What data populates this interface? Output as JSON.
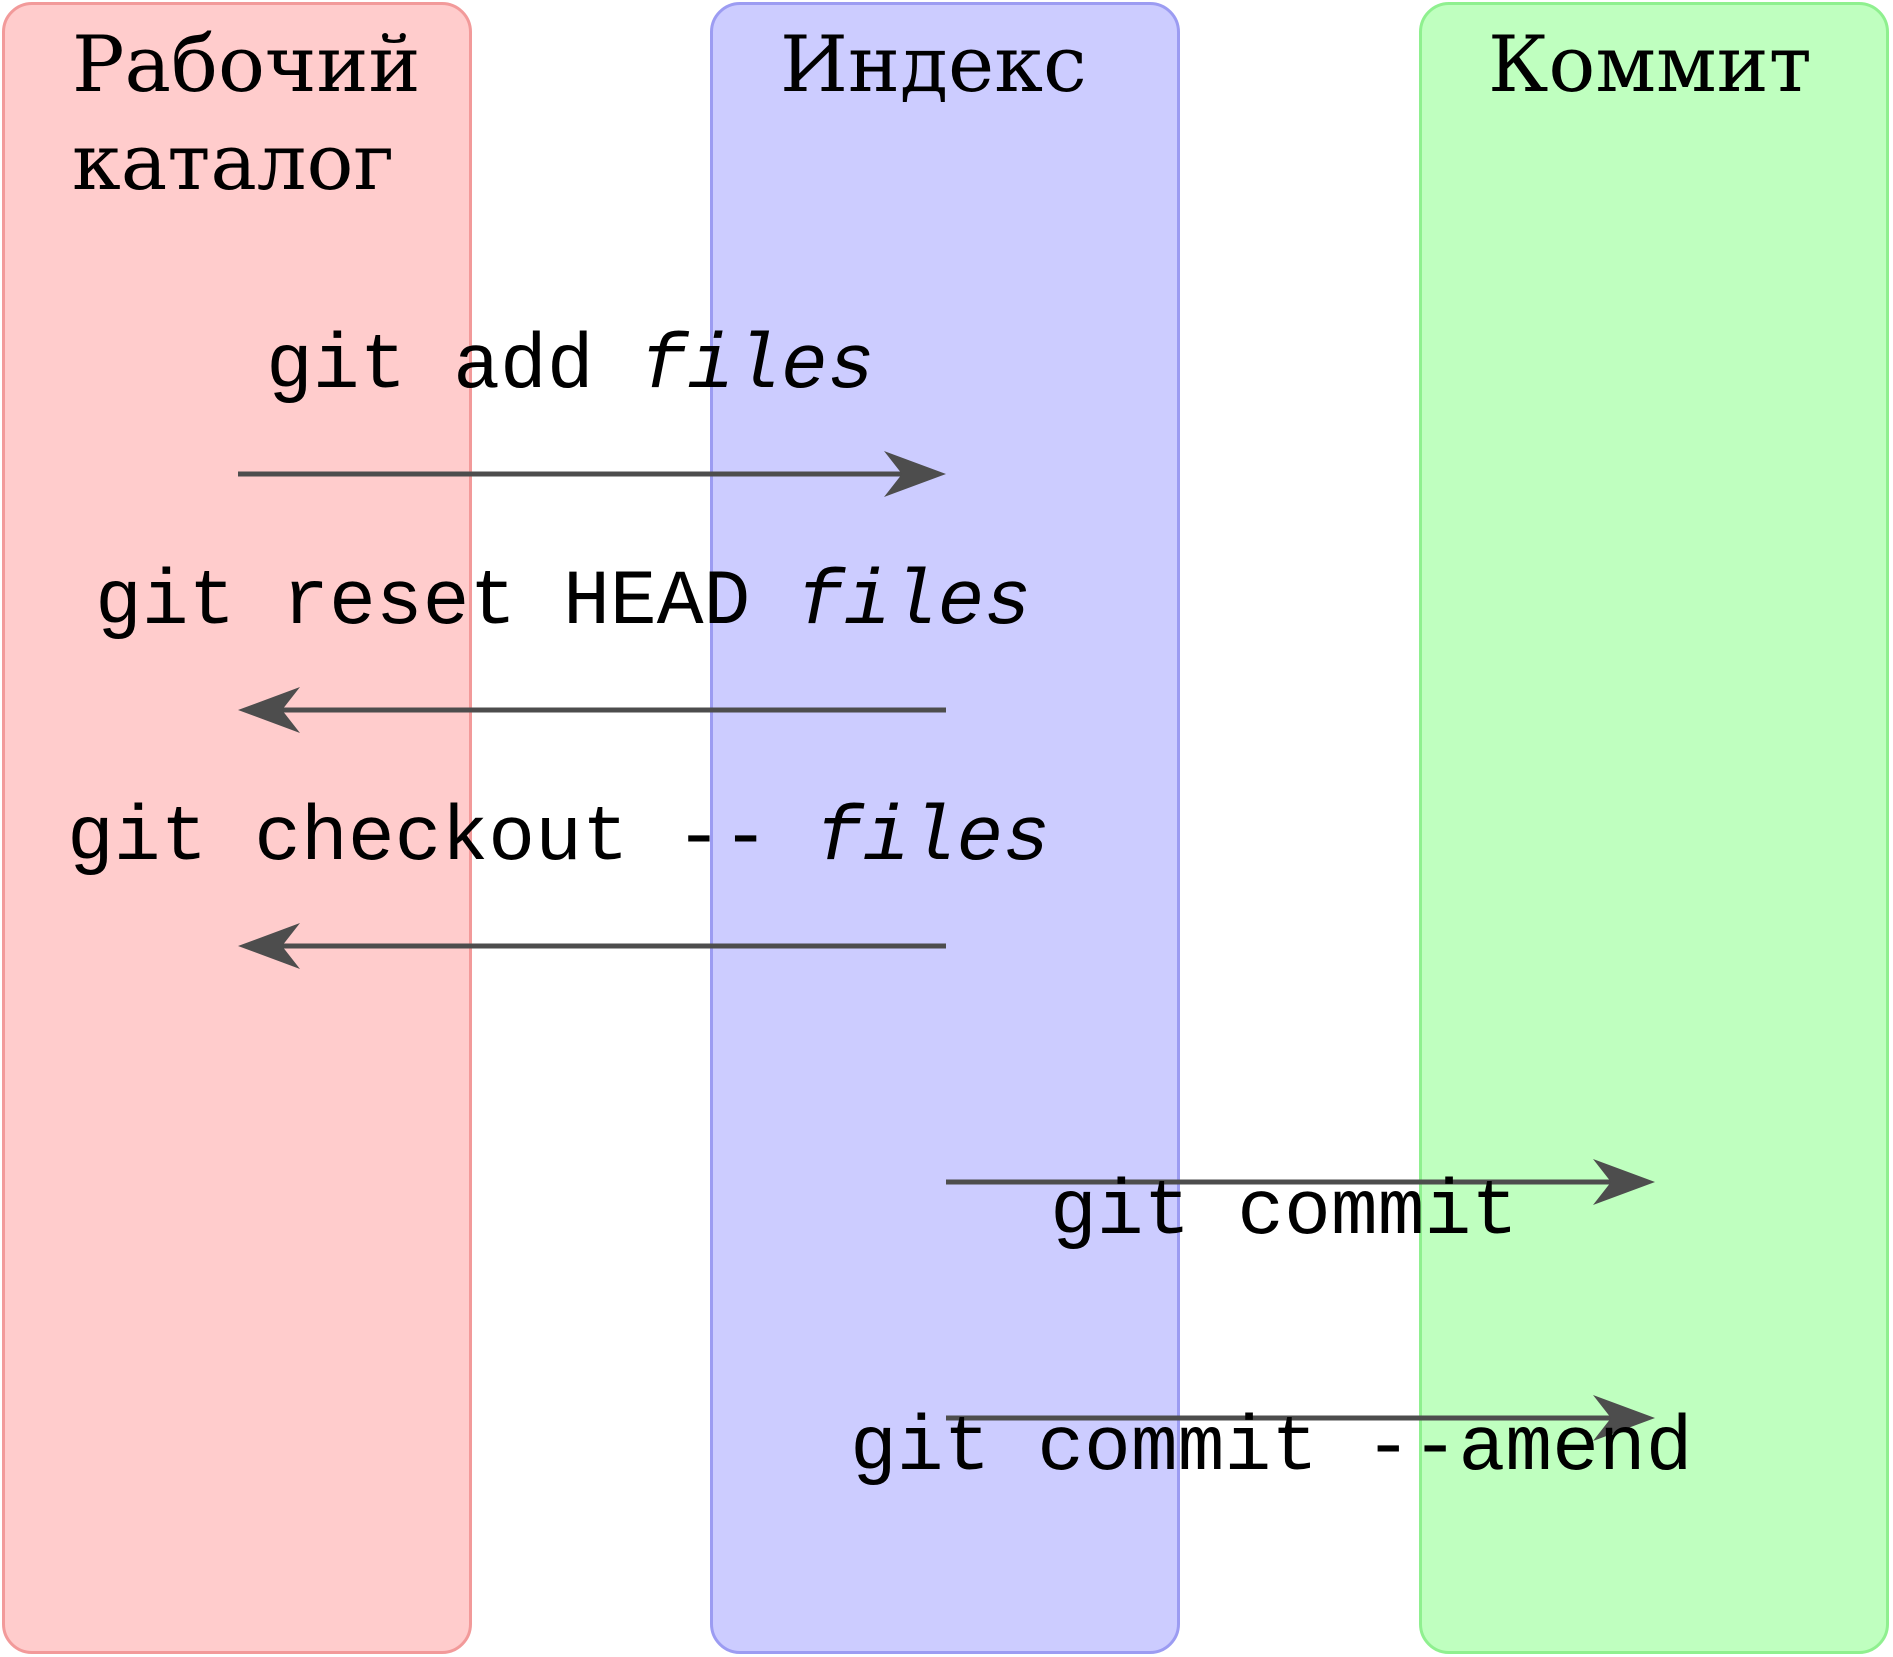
{
  "areas": [
    {
      "id": "work",
      "label": "Рабочий\nкаталог",
      "fill": "#ffcccc",
      "stroke": "#f29a9a"
    },
    {
      "id": "index",
      "label": "Индекс",
      "fill": "#ccccff",
      "stroke": "#9c9cf2"
    },
    {
      "id": "commit",
      "label": "Коммит",
      "fill": "#bfffbf",
      "stroke": "#8ff08f"
    }
  ],
  "arrow_color": "#4d4d4d",
  "commands": [
    {
      "cmd": "git add ",
      "arg": "files",
      "from": "work",
      "to": "index"
    },
    {
      "cmd": "git reset HEAD ",
      "arg": "files",
      "from": "index",
      "to": "work"
    },
    {
      "cmd": "git checkout -- ",
      "arg": "files",
      "from": "index",
      "to": "work"
    },
    {
      "cmd": "git commit",
      "arg": "",
      "from": "index",
      "to": "commit"
    },
    {
      "cmd": "git commit --amend",
      "arg": "",
      "from": "index",
      "to": "commit"
    }
  ]
}
